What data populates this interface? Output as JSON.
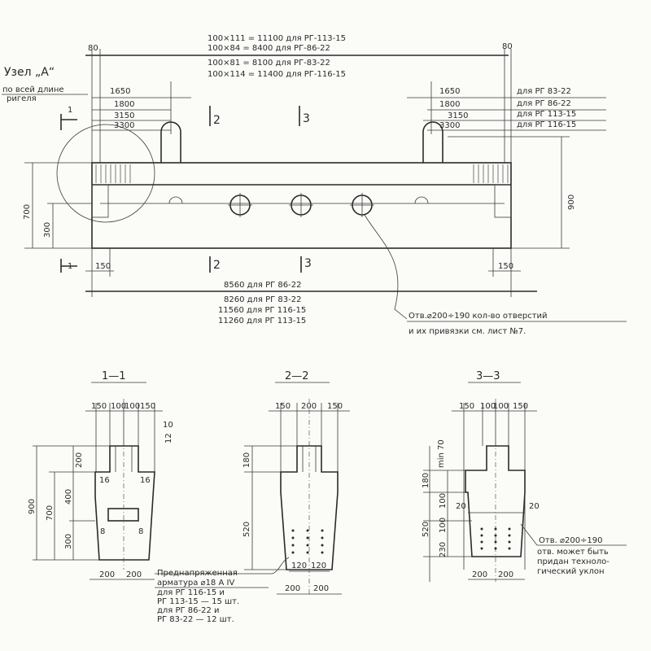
{
  "top_notes": [
    "100×111 = 11100  для РГ-113-15",
    "100×84 = 8400  для РГ-86-22",
    "100×81 = 8100  для РГ-83-22",
    "100×114 = 11400  для РГ-116-15"
  ],
  "end_offsets": [
    "80",
    "80"
  ],
  "node": {
    "label": "Узел „А“",
    "sub1": "по всей длине",
    "sub2": "ригеля"
  },
  "loop_dims": [
    "1650",
    "1800",
    "3150",
    "3300"
  ],
  "loop_dims_right": [
    "1650",
    "1800",
    "3150",
    "3300"
  ],
  "loop_labels": [
    "для РГ 83-22",
    "для РГ 86-22",
    "для РГ 113-15",
    "для РГ 116-15"
  ],
  "section_marks": [
    "1",
    "2",
    "3"
  ],
  "heights": {
    "total": "900",
    "h700": "700",
    "h300": "300",
    "end_left": "150",
    "end_right": "150"
  },
  "lengths": [
    "8560  для  РГ 86-22",
    "8260  для  РГ 83-22",
    "11560  для  РГ 116-15",
    "11260  для  РГ 113-15"
  ],
  "hole_note": [
    "Отв.⌀200÷190  кол-во отверстий",
    "и их привязки см. лист №7."
  ],
  "sections": [
    {
      "title": "1—1",
      "top_dims": [
        "150",
        "100",
        "100",
        "150"
      ],
      "side_dims": [
        "200",
        "700",
        "400",
        "300",
        "900"
      ],
      "small": [
        "16",
        "16",
        "8",
        "8",
        "12",
        "10"
      ],
      "bottom_dims": [
        "200",
        "200"
      ]
    },
    {
      "title": "2—2",
      "top_dims": [
        "150",
        "200",
        "150"
      ],
      "side_dims": [
        "180",
        "520"
      ],
      "inner_dims": [
        "120",
        "120"
      ],
      "bottom_dims": [
        "200",
        "200"
      ]
    },
    {
      "title": "3—3",
      "top_dims": [
        "150",
        "100",
        "100",
        "150"
      ],
      "side_dims": [
        "min 70",
        "180",
        "100",
        "100",
        "520",
        "230",
        "20",
        "20"
      ],
      "bottom_dims": [
        "200",
        "200"
      ]
    }
  ],
  "rebar_note": [
    "Преднапряженная",
    "арматура ⌀18 A IV",
    "для РГ 116-15  и",
    "РГ 113-15 — 15 шт.",
    "для РГ 86-22  и",
    "РГ 83-22 — 12 шт."
  ],
  "section3_note": [
    "Отв. ⌀200÷190",
    "отв. может быть",
    "придан техноло-",
    "гический уклон"
  ]
}
